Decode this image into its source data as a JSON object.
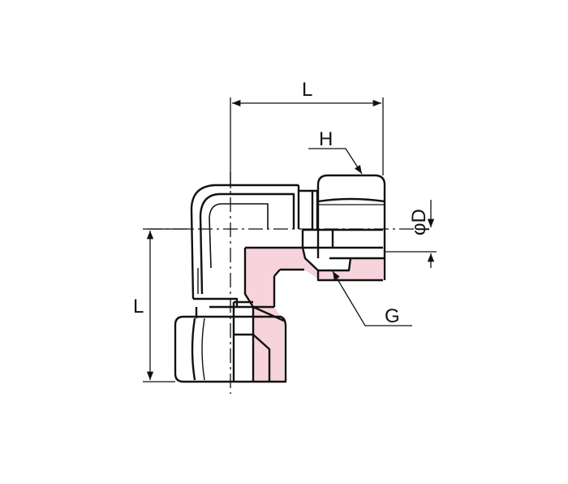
{
  "colors": {
    "line": "#111111",
    "section": "#f7d3dc",
    "background": "#ffffff"
  },
  "labels": {
    "length_top": "L",
    "length_side": "L",
    "hex": "H",
    "diameter": "φD",
    "thread": "G"
  }
}
